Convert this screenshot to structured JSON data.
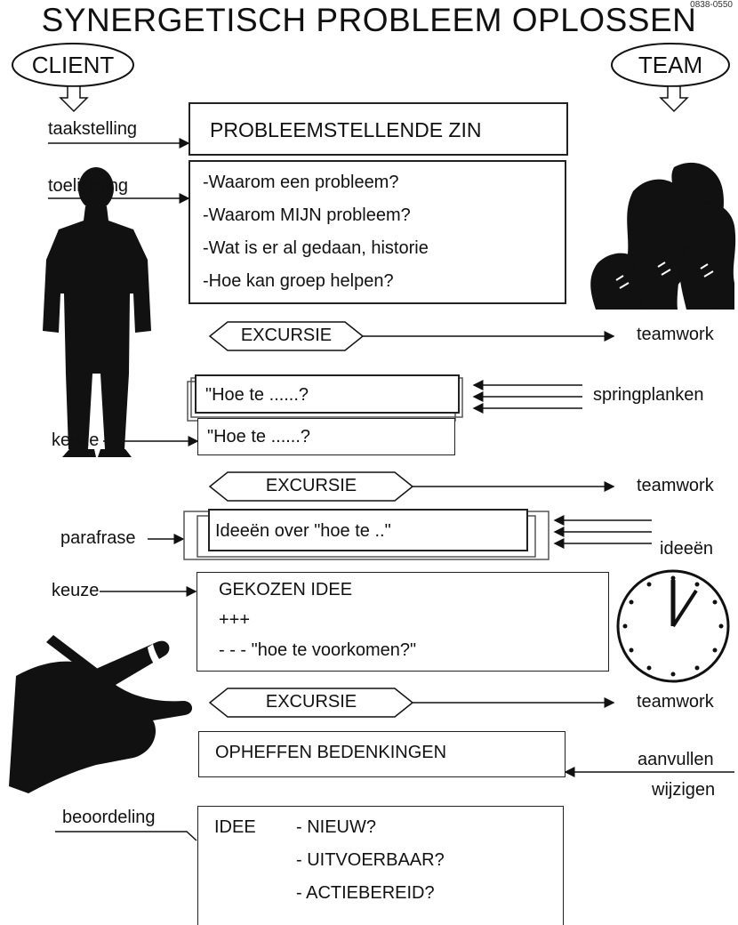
{
  "title": "SYNERGETISCH PROBLEEM OPLOSSEN",
  "code": "0838-0550",
  "client": "CLIENT",
  "team": "TEAM",
  "side_labels": {
    "taakstelling": "taakstelling",
    "toelichting": "toelichting",
    "keuze1": "keuze",
    "parafrase": "parafrase",
    "keuze2": "keuze",
    "beoordeling": "beoordeling"
  },
  "right_labels": {
    "teamwork1": "teamwork",
    "springplanken": "springplanken",
    "teamwork2": "teamwork",
    "ideeen": "ideeën",
    "teamwork3": "teamwork",
    "aanvullen": "aanvullen",
    "wijzigen": "wijzigen"
  },
  "boxes": {
    "probleemstelling": "PROBLEEMSTELLENDE ZIN",
    "toelichting_lines": [
      "-Waarom een probleem?",
      "-Waarom MIJN probleem?",
      "-Wat is er al gedaan, historie",
      "-Hoe kan groep helpen?"
    ],
    "excursie": "EXCURSIE",
    "hoe_te_1": "\"Hoe te ......?",
    "hoe_te_2": "\"Hoe te ......?",
    "ideeen_over": "Ideeën over \"hoe te ..\"",
    "gekozen_lines": [
      "GEKOZEN IDEE",
      "+++",
      "- - - \"hoe te voorkomen?\""
    ],
    "opheffen": "OPHEFFEN BEDENKINGEN",
    "idee": "IDEE",
    "idee_criteria": [
      "- NIEUW?",
      "- UITVOERBAAR?",
      "- ACTIEBEREID?"
    ]
  }
}
